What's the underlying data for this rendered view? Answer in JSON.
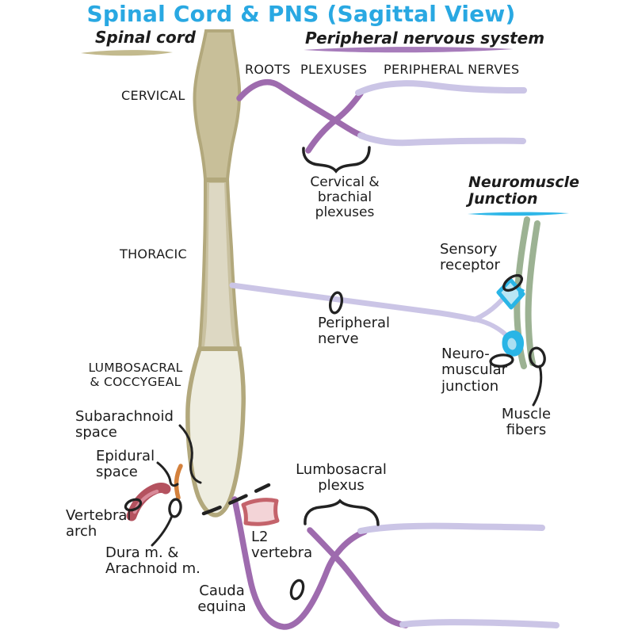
{
  "title": "Spinal Cord & PNS (Sagittal View)",
  "headings": {
    "spinal_cord": "Spinal cord",
    "pns": "Peripheral nervous system",
    "nmj": "Neuromuscle\nJunction"
  },
  "columns": {
    "roots": "ROOTS",
    "plexuses": "PLEXUSES",
    "peripheral_nerves": "PERIPHERAL NERVES"
  },
  "regions": {
    "cervical": "CERVICAL",
    "thoracic": "THORACIC",
    "lumbosacral": "LUMBOSACRAL\n& COCCYGEAL"
  },
  "labels": {
    "cervical_brachial_plexuses": "Cervical &\nbrachial\nplexuses",
    "peripheral_nerve": "Peripheral\nnerve",
    "sensory_receptor": "Sensory\nreceptor",
    "neuromuscular_junction": "Neuro-\nmuscular\njunction",
    "muscle_fibers": "Muscle\nfibers",
    "subarachnoid_space": "Subarachnoid\nspace",
    "epidural_space": "Epidural\nspace",
    "vertebral_arch": "Vertebral\narch",
    "dura_arachnoid": "Dura m. &\nArachnoid m.",
    "l2_vertebra": "L2\nvertebra",
    "cauda_equina": "Cauda\nequina",
    "lumbosacral_plexus": "Lumbosacral\nplexus"
  },
  "colors": {
    "title_blue": "#29a8e2",
    "cord_tan": "#c8bf99",
    "cord_wall": "#b2a87c",
    "cord_core": "#ddd8c3",
    "dural_sac": "#eeede0",
    "root_purple": "#9e6bae",
    "nerve_lavender": "#cbc5e6",
    "nmj_cyan": "#29b5e6",
    "muscle_green": "#9cb293",
    "vertebra_red": "#b4525f",
    "vertebra_pink": "#f3d4d7",
    "epidural_orange": "#d4813c",
    "ink_black": "#222222"
  }
}
